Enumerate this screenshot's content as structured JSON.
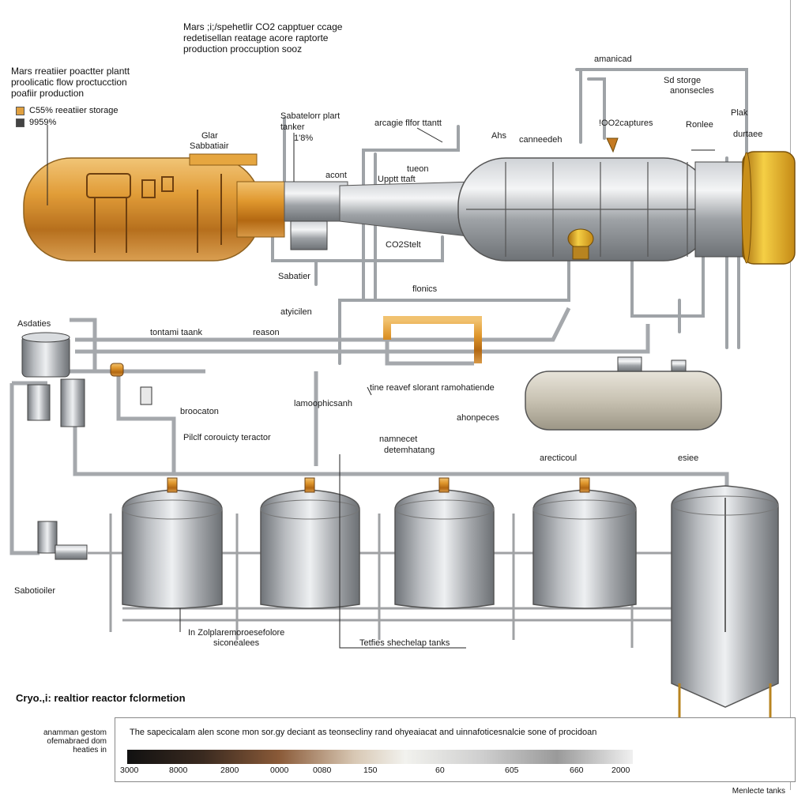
{
  "title": {
    "line1": "Mars ;i;/spehetlir CO2 capptuer ccage",
    "line2": "redetisellan reatage acore raptorte",
    "line3": "production proccuption sooz"
  },
  "plant": {
    "line1": "Mars rreatiier poactter plantt",
    "line2": "proolicatic flow proctucction",
    "line3": "poafiir production"
  },
  "legend": [
    {
      "color": "#e0a040",
      "label": "C55% reeatiier storage"
    },
    {
      "color": "#444444",
      "label": "9959%"
    }
  ],
  "labels": {
    "sabatier_box_a": "Glar",
    "sabatier_box_b": "Sabbatiair",
    "sab_plant_1": "Sabatelorr plart",
    "sab_plant_2": "tanker",
    "sab_plant_3": "1'8%",
    "acont": "acont",
    "arcogic": "arcagie flfor ttantt",
    "ahs": "Ahs",
    "canneol": "canneedeh",
    "co_captures": "!OO2captures",
    "amanicad": "amanicad",
    "sd_storage_1": "Sd storge",
    "sd_storage_2": "anonsecles",
    "plak": "Plak",
    "ronlee": "Ronlee",
    "durtaee": "durtaee",
    "tuean_1": "tueon",
    "tuean_2": "Upptt ttaft",
    "col_stek": "CO2Stelt",
    "sabatier_mid": "Sabatier",
    "flonics": "flonics",
    "atyiciien": "atyicilen",
    "asdaties": "Asdaties",
    "tontami": "tontami taank",
    "reason": "reason",
    "time_reavet": "tine reavef slorant ramohatiende",
    "ahonpeces": "ahonpeces",
    "broccaton": "broocaton",
    "pilcif": "Pilclf corouicty teractor",
    "lamophic": "lamoophicsanh",
    "nannect_1": "namnecet",
    "nannect_2": "detemhatang",
    "arcticoul": "arecticoul",
    "esiee": "esiee",
    "saboticller": "Sabotioiler",
    "in_zohl_1": "In Zolplaremoroesefolore",
    "in_zohl_2": "siconealees",
    "tetfies": "Tetfies shechelap tanks"
  },
  "caption": "Cryo.,i: realtior reactor fclormetion",
  "side_note": {
    "line1": "anamman gestom",
    "line2": "ofemabraed dom",
    "line3": "heaties in"
  },
  "scale": {
    "description": "The sapecicalam alen scone mon sor.gy deciant as teonsecliny rand ohyeaiacat and uinnafoticesnalcie sone of procidoan",
    "ticks": [
      "3000",
      "8000",
      "2800",
      "0000",
      "0080",
      "150",
      "60",
      "605",
      "660",
      "2000"
    ]
  },
  "footer": "Menlecte tanks",
  "colors": {
    "copper": "#c9862c",
    "gold": "#e8b32a",
    "steel": "#9ea3a8",
    "pipe": "#a5a8ac"
  },
  "tanks": {
    "count_small": 4,
    "count_large": 1
  }
}
